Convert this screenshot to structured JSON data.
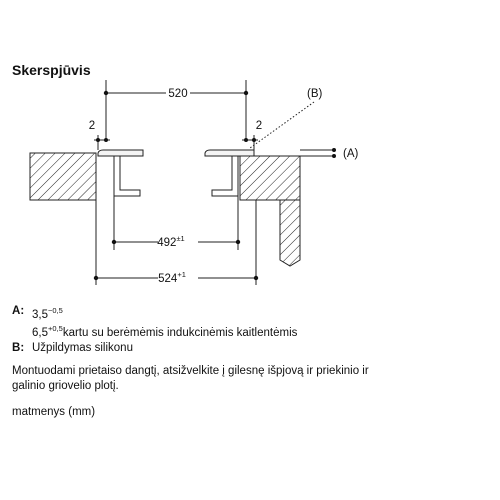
{
  "title": "Skerspjūvis",
  "dimensions": {
    "top": "520",
    "gap_left": "2",
    "gap_right": "2",
    "inner": "492",
    "inner_tol": "±1",
    "outer": "524",
    "outer_tol": "+1",
    "marker_b": "(B)",
    "marker_a": "(A)"
  },
  "legend": {
    "a_key": "A",
    "a_line1_value": "3,5",
    "a_line1_tol": "−0,5",
    "a_line2_value": "6,5",
    "a_line2_tol": "+0,5",
    "a_line2_text": "kartu su berėmėmis indukcinėmis kaitlentėmis",
    "b_key": "B",
    "b_text": "Užpildymas silikonu"
  },
  "note": "Montuodami prietaiso dangtį, atsižvelkite į gilesnę išpjovą ir priekinio ir galinio griovelio plotį.",
  "units": "matmenys (mm)"
}
